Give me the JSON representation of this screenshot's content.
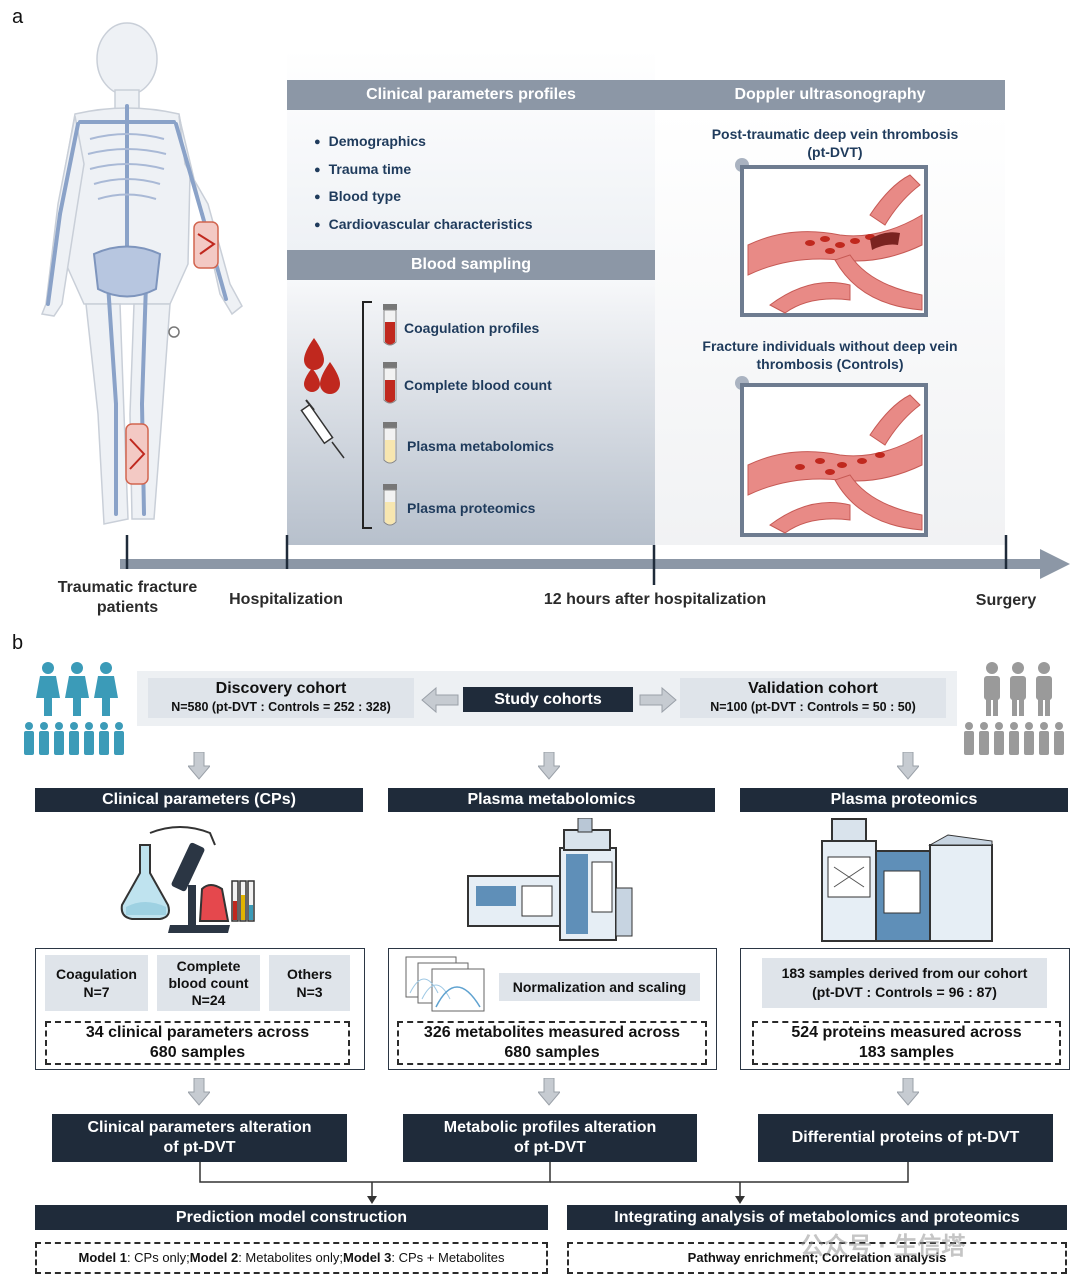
{
  "panel_a": {
    "letter": "a",
    "clinical_header": "Clinical parameters profiles",
    "clinical_items": [
      "Demographics",
      "Trauma time",
      "Blood type",
      "Cardiovascular characteristics"
    ],
    "blood_header": "Blood sampling",
    "blood_items": [
      "Coagulation profiles",
      "Complete blood count",
      "Plasma metabolomics",
      "Plasma proteomics"
    ],
    "doppler_header": "Doppler ultrasonography",
    "dvt_title_1": "Post-traumatic deep vein thrombosis",
    "dvt_title_2": "(pt-DVT)",
    "ctrl_title_1": "Fracture individuals without deep vein",
    "ctrl_title_2": "thrombosis (Controls)",
    "timeline": {
      "patients_1": "Traumatic fracture",
      "patients_2": "patients",
      "hospitalization": "Hospitalization",
      "after12": "12 hours after hospitalization",
      "surgery": "Surgery"
    }
  },
  "panel_b": {
    "letter": "b",
    "study_cohorts": "Study cohorts",
    "discovery_title": "Discovery cohort",
    "discovery_sub": "N=580 (pt-DVT : Controls = 252 : 328)",
    "validation_title": "Validation cohort",
    "validation_sub": "N=100 (pt-DVT : Controls = 50 : 50)",
    "col1": {
      "header": "Clinical parameters (CPs)",
      "boxes": [
        {
          "l1": "Coagulation",
          "l2": "N=7"
        },
        {
          "l1": "Complete",
          "l2": "blood count",
          "l3": "N=24"
        },
        {
          "l1": "Others",
          "l2": "N=3"
        }
      ],
      "summary_1": "34 clinical parameters across",
      "summary_2": "680 samples",
      "result_1": "Clinical parameters alteration",
      "result_2": "of pt-DVT"
    },
    "col2": {
      "header": "Plasma metabolomics",
      "norm": "Normalization and scaling",
      "summary_1": "326 metabolites measured across",
      "summary_2": "680 samples",
      "result_1": "Metabolic profiles alteration",
      "result_2": "of pt-DVT"
    },
    "col3": {
      "header": "Plasma proteomics",
      "derived_1": "183 samples derived from our cohort",
      "derived_2": "(pt-DVT : Controls = 96 : 87)",
      "summary_1": "524 proteins measured across",
      "summary_2": "183 samples",
      "result": "Differential proteins of pt-DVT"
    },
    "prediction_header": "Prediction model construction",
    "prediction_detail": {
      "m1": "Model 1",
      "m1_text": ": CPs only; ",
      "m2": "Model 2",
      "m2_text": ": Metabolites only; ",
      "m3": "Model 3",
      "m3_text": ": CPs + Metabolites"
    },
    "integration_header": "Integrating analysis of metabolomics and proteomics",
    "integration_detail": "Pathway enrichment; Correlation analysis"
  },
  "watermark": "公众号 · 生信塔",
  "colors": {
    "navy_text": "#1f3b5c",
    "gray_header": "#8c97a6",
    "dark_bar": "#1f2b3a",
    "teal_people": "#3b9bb8",
    "gray_people": "#9a9a9a",
    "blood_red": "#c0281e"
  }
}
